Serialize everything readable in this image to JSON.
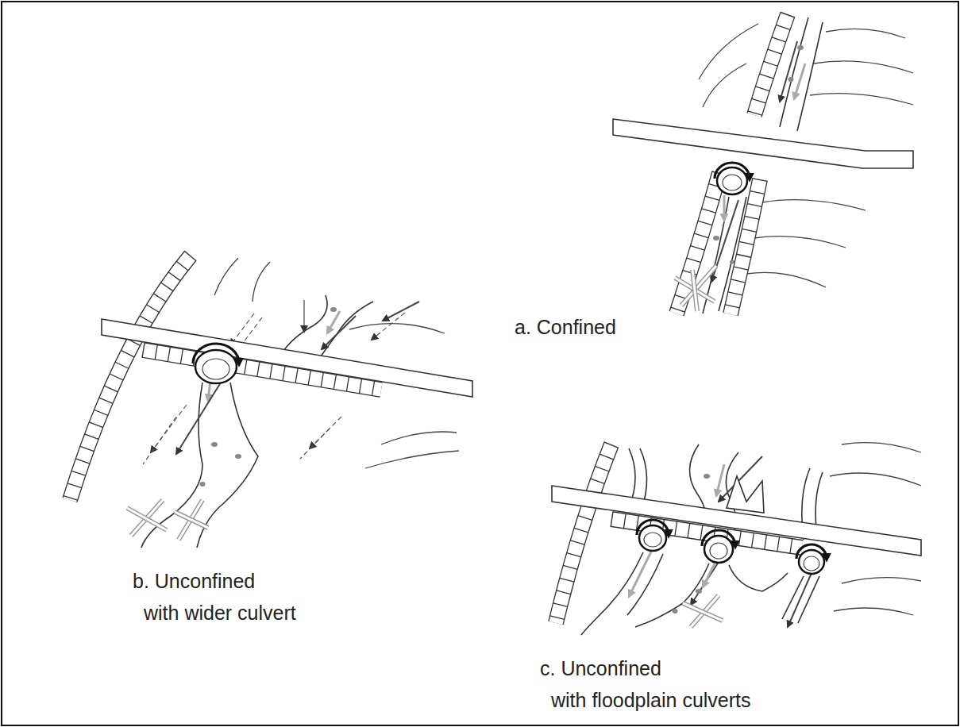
{
  "diagram": {
    "labels": [
      "a. Confined",
      "b. Unconfined with wider culvert",
      "c. Unconfined with floodplain culverts"
    ]
  }
}
